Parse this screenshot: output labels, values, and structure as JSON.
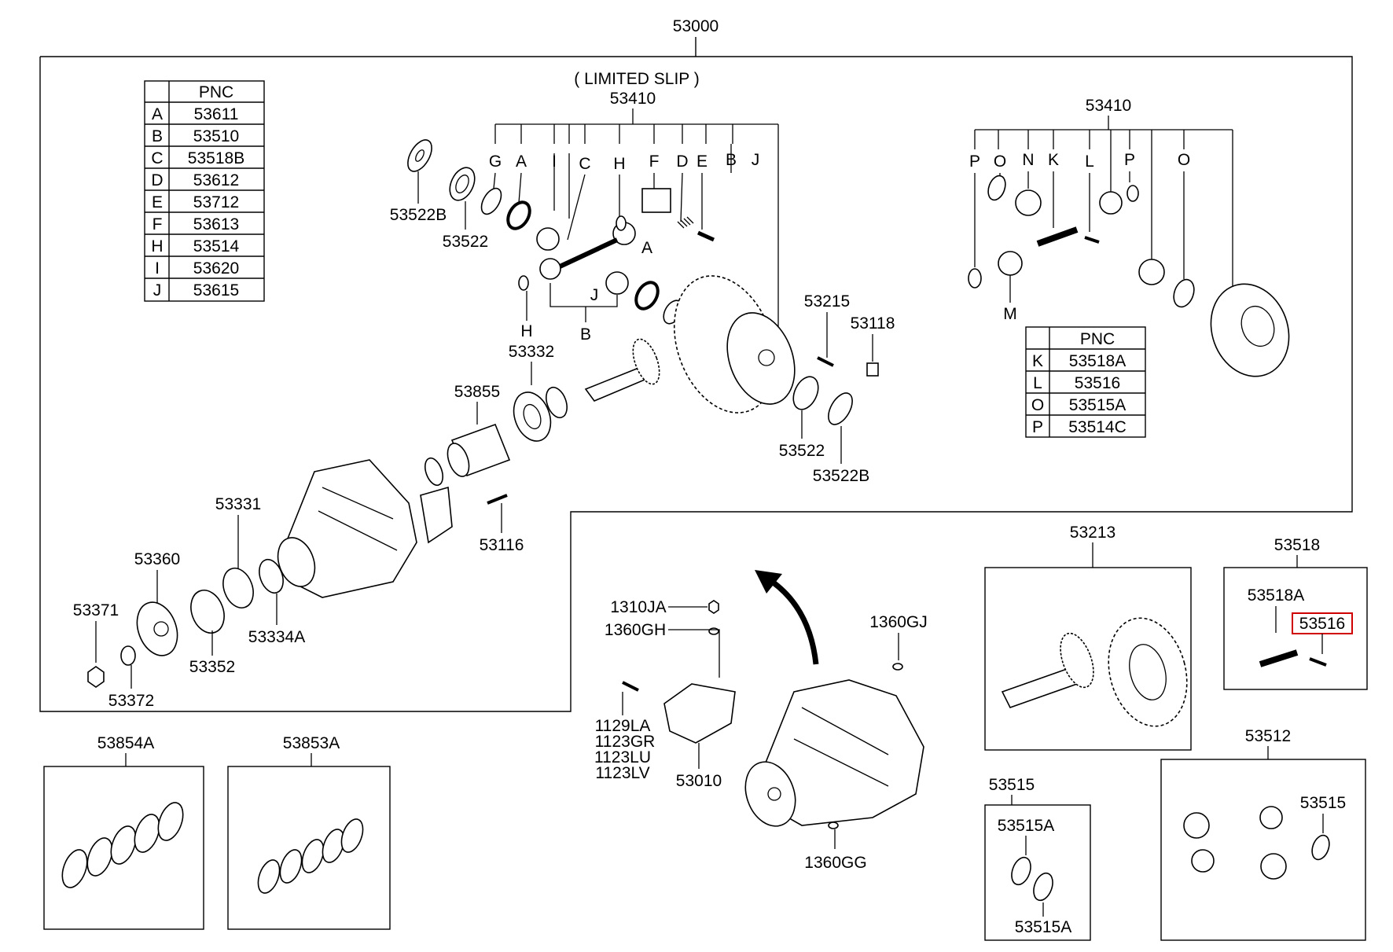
{
  "assembly": {
    "main": "53000",
    "limited_slip_label": "( LIMITED SLIP )",
    "carrier_ls": "53410",
    "carrier_std": "53410"
  },
  "pnc_table_1": {
    "header": "PNC",
    "rows": [
      {
        "key": "A",
        "pnc": "53611"
      },
      {
        "key": "B",
        "pnc": "53510"
      },
      {
        "key": "C",
        "pnc": "53518B"
      },
      {
        "key": "D",
        "pnc": "53612"
      },
      {
        "key": "E",
        "pnc": "53712"
      },
      {
        "key": "F",
        "pnc": "53613"
      },
      {
        "key": "H",
        "pnc": "53514"
      },
      {
        "key": "I",
        "pnc": "53620"
      },
      {
        "key": "J",
        "pnc": "53615"
      }
    ]
  },
  "pnc_table_2": {
    "header": "PNC",
    "rows": [
      {
        "key": "K",
        "pnc": "53518A"
      },
      {
        "key": "L",
        "pnc": "53516"
      },
      {
        "key": "O",
        "pnc": "53515A"
      },
      {
        "key": "P",
        "pnc": "53514C"
      }
    ]
  },
  "ls_letters": {
    "top": [
      "G",
      "A",
      "I",
      "C",
      "H",
      "F",
      "D",
      "E",
      "B",
      "J"
    ],
    "inner_a": "A",
    "inner_j": "J",
    "inner_h": "H",
    "inner_b": "B"
  },
  "std_letters": {
    "top": [
      "P",
      "O",
      "N",
      "K",
      "L",
      "P",
      "O"
    ],
    "bottom_m": "M"
  },
  "part_labels": {
    "p53522b_left": "53522B",
    "p53522_left": "53522",
    "p53215": "53215",
    "p53118": "53118",
    "p53522_right": "53522",
    "p53522b_right": "53522B",
    "p53332": "53332",
    "p53855": "53855",
    "p53116": "53116",
    "p53331": "53331",
    "p53360": "53360",
    "p53371": "53371",
    "p53352": "53352",
    "p53334a": "53334A",
    "p53372": "53372",
    "p1310ja": "1310JA",
    "p1360gh": "1360GH",
    "p1360gj": "1360GJ",
    "p1129la": "1129LA",
    "p1123gr": "1123GR",
    "p1123lu": "1123LU",
    "p1123lv": "1123LV",
    "p53010": "53010",
    "p1360gg": "1360GG"
  },
  "boxes": {
    "b53854a": "53854A",
    "b53853a": "53853A",
    "b53213": "53213",
    "b53518": "53518",
    "b53518a": "53518A",
    "b53516": "53516",
    "b53515": "53515",
    "b53515a_1": "53515A",
    "b53515a_2": "53515A",
    "b53512": "53512",
    "b53512_inner": "53515"
  },
  "highlight_color": "#d00000"
}
